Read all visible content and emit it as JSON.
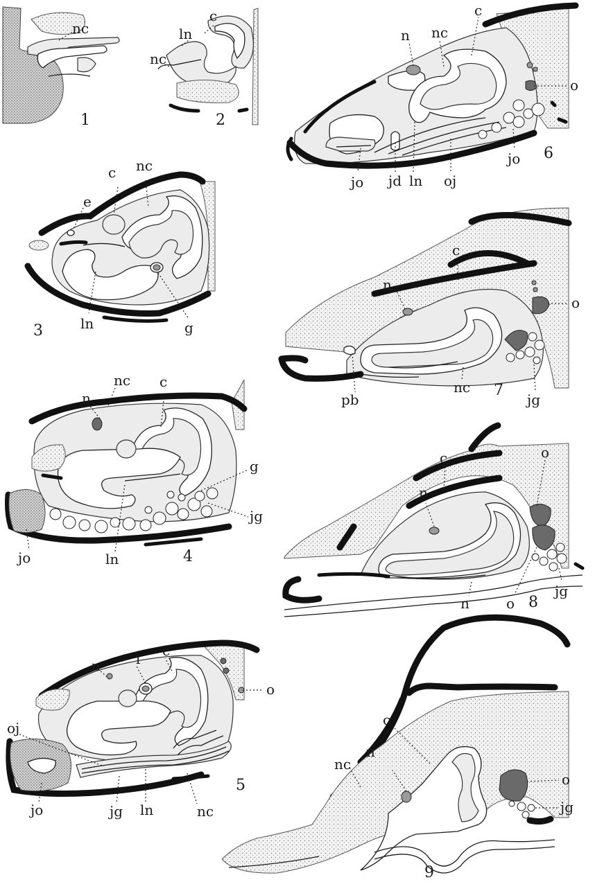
{
  "figures": [
    {
      "number": "1",
      "labels": [
        "nc"
      ]
    },
    {
      "number": "2",
      "labels": [
        "c",
        "ln",
        "nc"
      ]
    },
    {
      "number": "3",
      "labels": [
        "c",
        "nc",
        "e",
        "ln",
        "g"
      ]
    },
    {
      "number": "4",
      "labels": [
        "n",
        "nc",
        "c",
        "g",
        "jg",
        "jo",
        "ln"
      ]
    },
    {
      "number": "5",
      "labels": [
        "l",
        "c",
        "n",
        "o",
        "oj",
        "jo",
        "jg",
        "ln",
        "nc"
      ]
    },
    {
      "number": "6",
      "labels": [
        "n",
        "nc",
        "c",
        "o",
        "jo",
        "jd",
        "ln",
        "oj",
        "jo"
      ]
    },
    {
      "number": "7",
      "labels": [
        "c",
        "n",
        "o",
        "pb",
        "nc",
        "jg"
      ]
    },
    {
      "number": "8",
      "labels": [
        "c",
        "n",
        "o",
        "n",
        "o",
        "jg"
      ]
    },
    {
      "number": "9",
      "labels": [
        "c",
        "n",
        "nc",
        "o",
        "jg"
      ]
    }
  ]
}
